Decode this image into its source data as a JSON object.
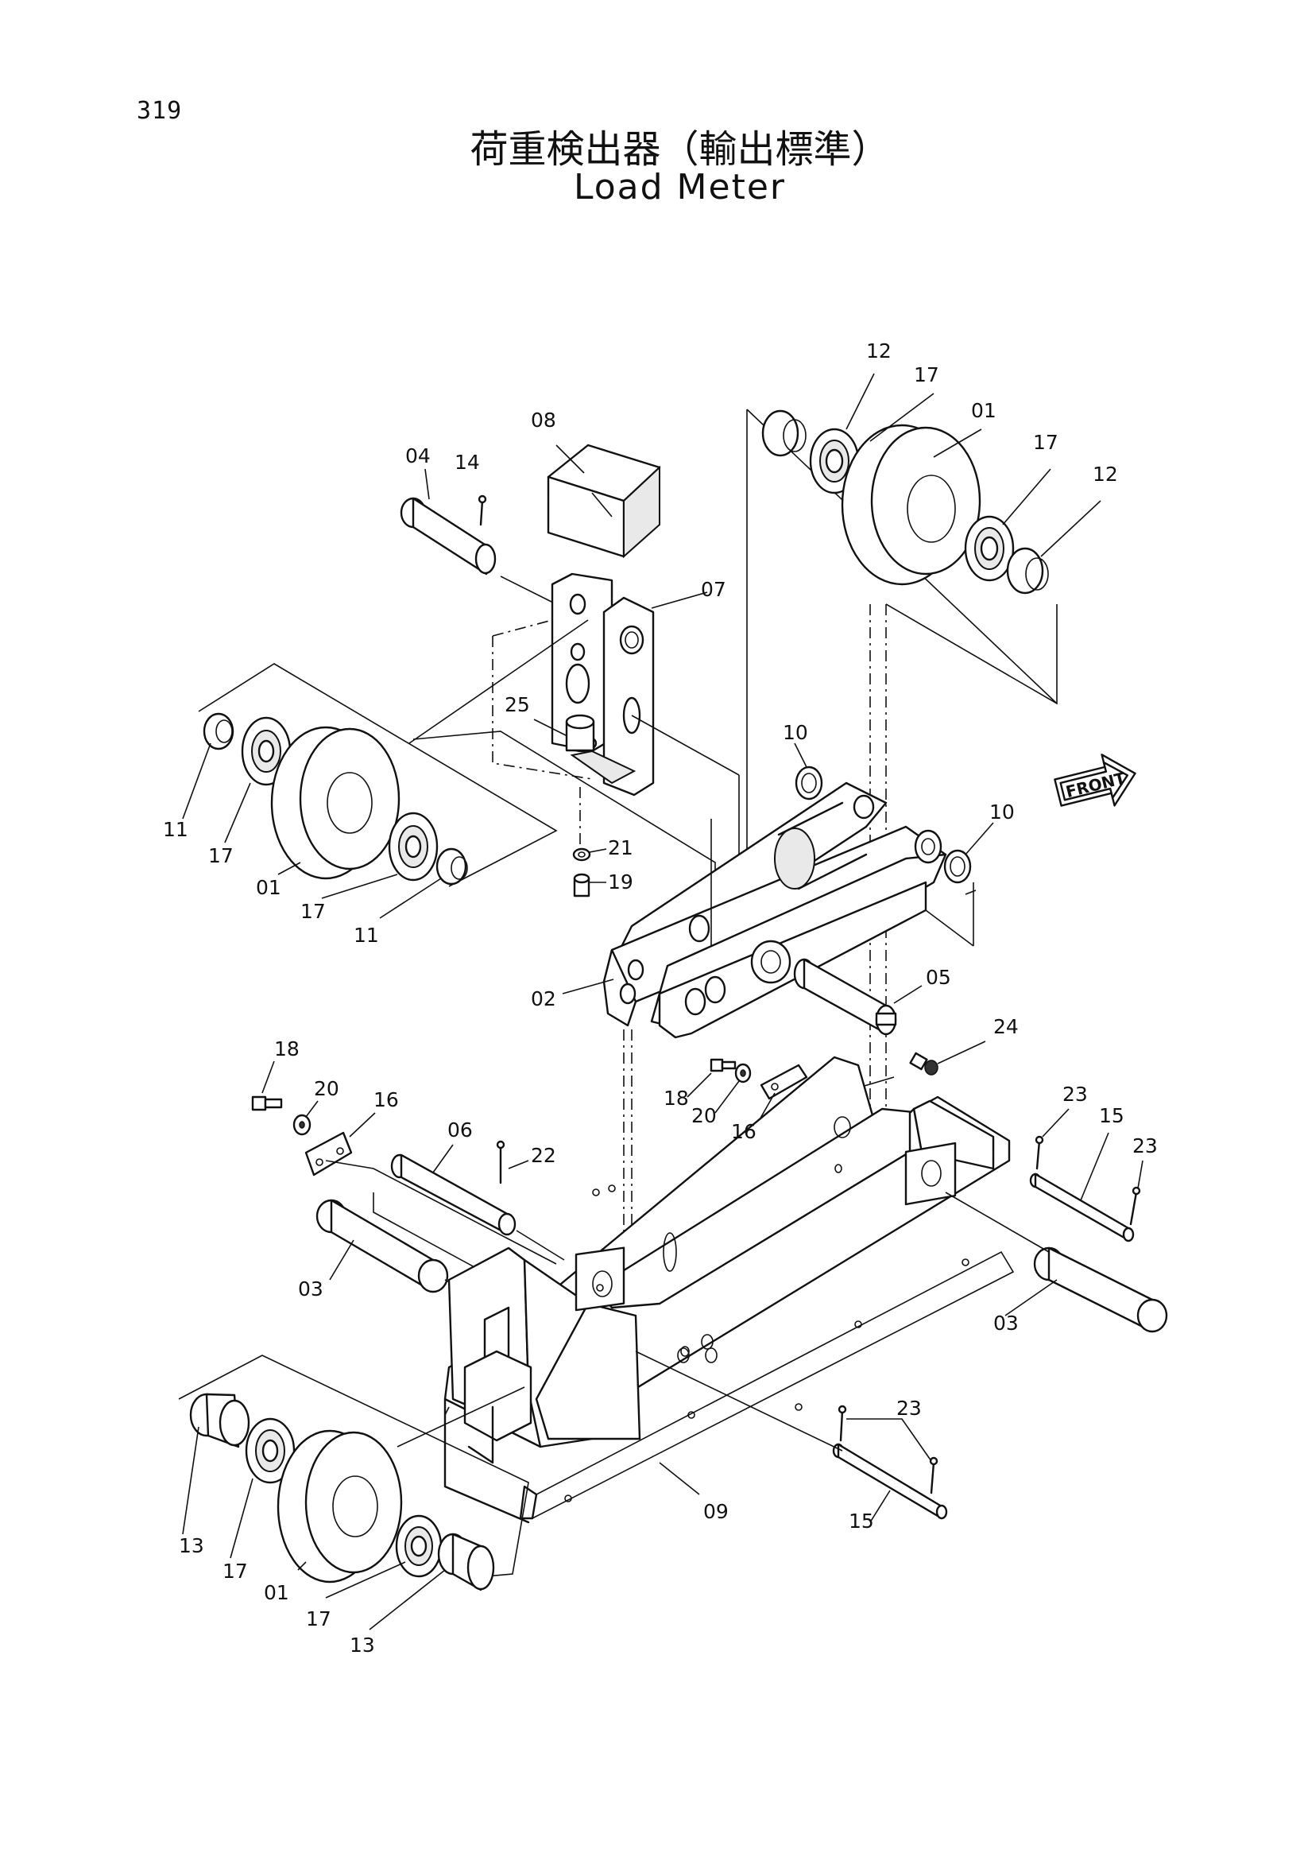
{
  "page_number": "319",
  "title_ja": "荷重検出器（輸出標準）",
  "title_en": "Load Meter",
  "front_label": "FRONT",
  "callouts": {
    "c12a": "12",
    "c17a": "17",
    "c01a": "01",
    "c17b": "17",
    "c12b": "12",
    "c08": "08",
    "c04": "04",
    "c14": "14",
    "c07": "07",
    "c25": "25",
    "c10a": "10",
    "c10b": "10",
    "c21": "21",
    "c19": "19",
    "c11a": "11",
    "c17c": "17",
    "c01b": "01",
    "c17d": "17",
    "c11b": "11",
    "c02": "02",
    "c05": "05",
    "c24": "24",
    "c18a": "18",
    "c20a": "20",
    "c16a": "16",
    "c06": "06",
    "c22": "22",
    "c18b": "18",
    "c20b": "20",
    "c16b": "16",
    "c23a": "23",
    "c15a": "15",
    "c23b": "23",
    "c03a": "03",
    "c03b": "03",
    "c23c": "23",
    "c09": "09",
    "c15b": "15",
    "c13a": "13",
    "c17e": "17",
    "c01c": "01",
    "c17f": "17",
    "c13b": "13"
  }
}
